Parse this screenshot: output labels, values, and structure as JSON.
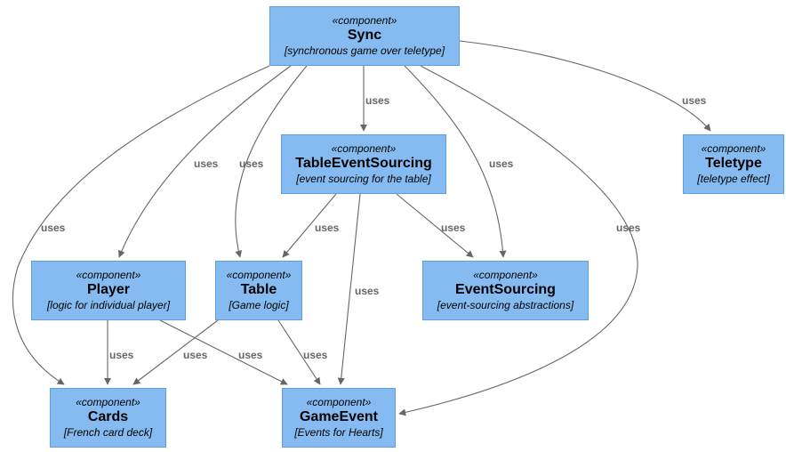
{
  "diagram": {
    "nodes": [
      {
        "id": "sync",
        "stereotype": "«component»",
        "title": "Sync",
        "desc": "[synchronous game over teletype]"
      },
      {
        "id": "tableeventsourcing",
        "stereotype": "«component»",
        "title": "TableEventSourcing",
        "desc": "[event sourcing for the table]"
      },
      {
        "id": "teletype",
        "stereotype": "«component»",
        "title": "Teletype",
        "desc": "[teletype effect]"
      },
      {
        "id": "player",
        "stereotype": "«component»",
        "title": "Player",
        "desc": "[logic for individual player]"
      },
      {
        "id": "table",
        "stereotype": "«component»",
        "title": "Table",
        "desc": "[Game logic]"
      },
      {
        "id": "eventsourcing",
        "stereotype": "«component»",
        "title": "EventSourcing",
        "desc": "[event-sourcing abstractions]"
      },
      {
        "id": "cards",
        "stereotype": "«component»",
        "title": "Cards",
        "desc": "[French card deck]"
      },
      {
        "id": "gameevent",
        "stereotype": "«component»",
        "title": "GameEvent",
        "desc": "[Events for Hearts]"
      }
    ],
    "edges": [
      {
        "from": "sync",
        "to": "tableeventsourcing",
        "label": "uses"
      },
      {
        "from": "sync",
        "to": "teletype",
        "label": "uses"
      },
      {
        "from": "sync",
        "to": "player",
        "label": "uses"
      },
      {
        "from": "sync",
        "to": "table",
        "label": "uses"
      },
      {
        "from": "sync",
        "to": "cards",
        "label": "uses"
      },
      {
        "from": "sync",
        "to": "eventsourcing",
        "label": "uses"
      },
      {
        "from": "sync",
        "to": "gameevent",
        "label": "uses"
      },
      {
        "from": "tableeventsourcing",
        "to": "table",
        "label": "uses"
      },
      {
        "from": "tableeventsourcing",
        "to": "eventsourcing",
        "label": "uses"
      },
      {
        "from": "tableeventsourcing",
        "to": "gameevent",
        "label": "uses"
      },
      {
        "from": "player",
        "to": "cards",
        "label": "uses"
      },
      {
        "from": "player",
        "to": "gameevent",
        "label": "uses"
      },
      {
        "from": "table",
        "to": "cards",
        "label": "uses"
      },
      {
        "from": "table",
        "to": "gameevent",
        "label": "uses"
      }
    ]
  },
  "colors": {
    "node_fill": "#85bbf0",
    "node_border": "#5d9fe0",
    "edge": "#666666",
    "text": "#000000"
  }
}
